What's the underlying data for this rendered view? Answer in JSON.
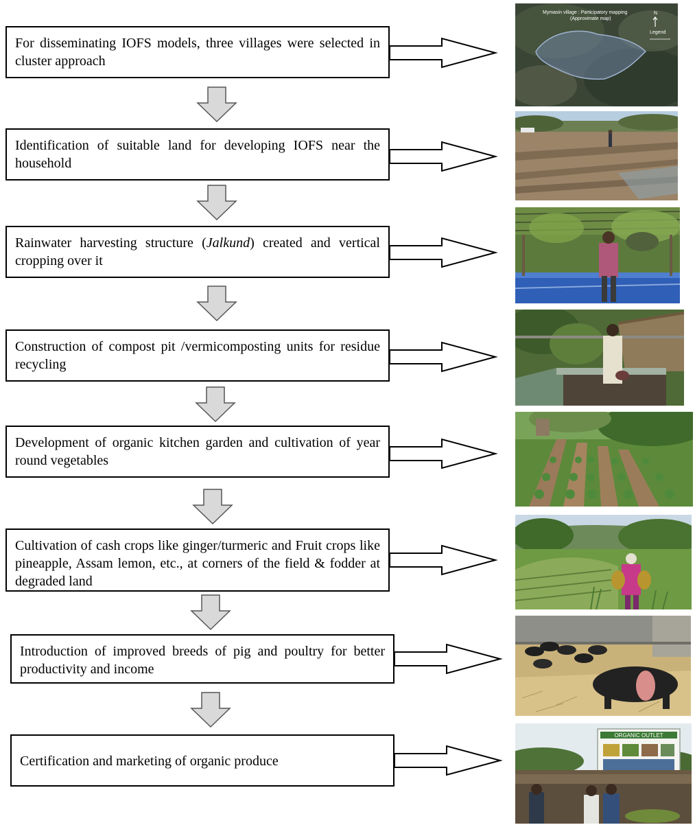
{
  "steps": [
    {
      "text": "For disseminating IOFS models, three villages were selected in cluster approach"
    },
    {
      "text": "Identification of suitable land for developing IOFS near the household"
    },
    {
      "pre": "Rainwater harvesting structure (",
      "em": "Jalkund",
      "post": ") created and vertical cropping over it"
    },
    {
      "text": "Construction of compost pit /vermicomposting units for residue recycling"
    },
    {
      "text": "Development of organic kitchen garden and cultivation of year round vegetables"
    },
    {
      "text": "Cultivation of cash crops like ginger/turmeric and Fruit crops like pineapple, Assam lemon, etc., at corners of the field & fodder at degraded land"
    },
    {
      "text": "Introduction of improved breeds of pig and poultry for better productivity and income"
    },
    {
      "text": "Certification and marketing of organic produce"
    }
  ],
  "photos": {
    "map_title": "Mymasin village : Participatory mapping",
    "map_subtitle": "(Approximate map)",
    "map_legend": "Legend",
    "map_north": "N",
    "outlet_sign": "ORGANIC OUTLET"
  },
  "colors": {
    "down_arrow_fill": "#d9d9d9",
    "border": "#000000"
  }
}
